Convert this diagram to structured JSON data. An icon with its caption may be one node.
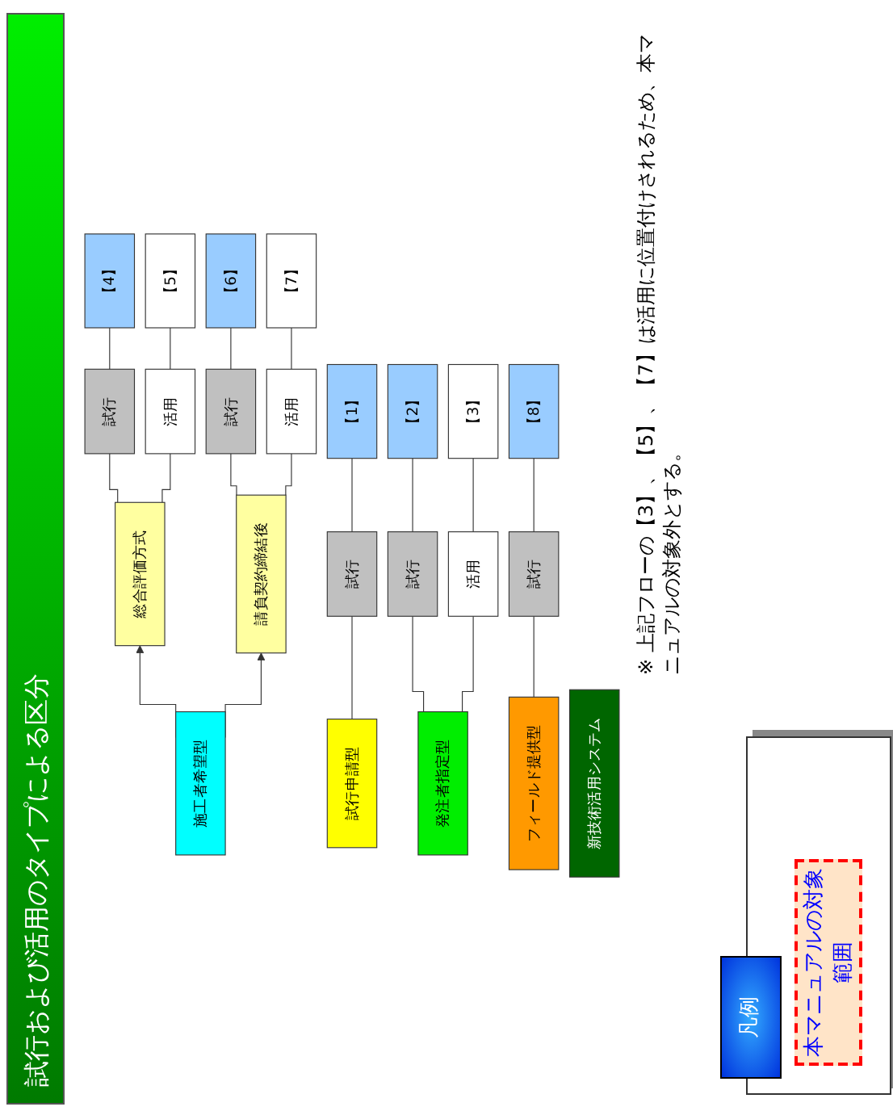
{
  "diagram": {
    "title": "試行および活用のタイプによる区分",
    "nodes": [
      {
        "text": [
          "新技術活用システム"
        ]
      },
      {
        "text": [
          "試行申請型"
        ]
      },
      {
        "text": [
          "発注者指定型"
        ]
      },
      {
        "text": [
          "施工者希望型"
        ]
      },
      {
        "text": [
          "フィールド提供型"
        ]
      },
      {
        "text": [
          "総合評価方式"
        ]
      },
      {
        "text": [
          "請負契約締結後"
        ]
      },
      {
        "text": [
          "試行"
        ]
      },
      {
        "text": [
          "試行"
        ]
      },
      {
        "text": [
          "活用"
        ]
      },
      {
        "text": [
          "試行"
        ]
      },
      {
        "text": [
          "活用"
        ]
      },
      {
        "text": [
          "試行"
        ]
      },
      {
        "text": [
          "活用"
        ]
      },
      {
        "text": [
          "試行"
        ]
      },
      {
        "text": [
          "【1】"
        ]
      },
      {
        "text": [
          "【2】"
        ]
      },
      {
        "text": [
          "【3】"
        ]
      },
      {
        "text": [
          "【4】"
        ]
      },
      {
        "text": [
          "【5】"
        ]
      },
      {
        "text": [
          "【6】"
        ]
      },
      {
        "text": [
          "【7】"
        ]
      },
      {
        "text": [
          "【8】"
        ]
      }
    ],
    "edges": [
      {
        "from": 1,
        "to": 7,
        "arrow": "none"
      },
      {
        "from": 2,
        "to": 8,
        "arrow": "none"
      },
      {
        "from": 2,
        "to": 9,
        "arrow": "none"
      },
      {
        "from": 3,
        "to": 5,
        "arrow": "to"
      },
      {
        "from": 3,
        "to": 6,
        "arrow": "to"
      },
      {
        "from": 5,
        "to": 10,
        "arrow": "none"
      },
      {
        "from": 5,
        "to": 11,
        "arrow": "none"
      },
      {
        "from": 6,
        "to": 12,
        "arrow": "none"
      },
      {
        "from": 6,
        "to": 13,
        "arrow": "none"
      },
      {
        "from": 4,
        "to": 14,
        "arrow": "none"
      },
      {
        "from": 7,
        "to": 15,
        "arrow": "none"
      },
      {
        "from": 8,
        "to": 16,
        "arrow": "none"
      },
      {
        "from": 9,
        "to": 17,
        "arrow": "none"
      },
      {
        "from": 10,
        "to": 18,
        "arrow": "none"
      },
      {
        "from": 11,
        "to": 19,
        "arrow": "none"
      },
      {
        "from": 12,
        "to": 20,
        "arrow": "none"
      },
      {
        "from": 13,
        "to": 21,
        "arrow": "none"
      },
      {
        "from": 14,
        "to": 22,
        "arrow": "none"
      }
    ],
    "labels": [
      "※ 上記フローの【3】、【5】、【7】は活用に位置付けされるため、本マニュアルの対象外とする。",
      "凡例"
    ],
    "legend": [
      {
        "text": "本マニュアルの対象範囲"
      }
    ]
  }
}
